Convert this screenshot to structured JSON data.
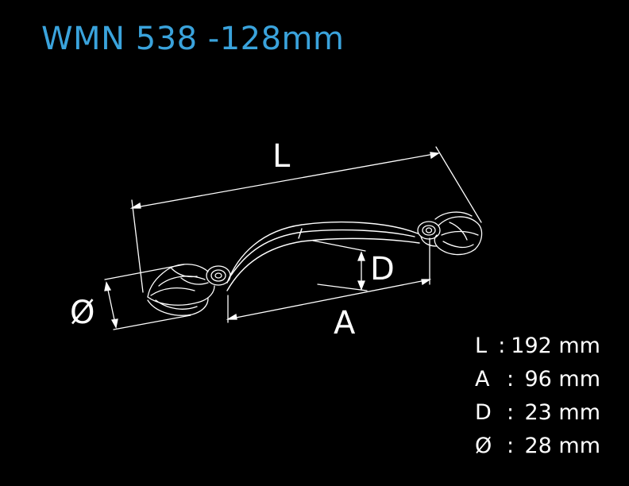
{
  "title": "WMN 538 -128mm",
  "dimension_labels": {
    "length": "L",
    "center_distance": "A",
    "depth": "D",
    "diameter": "Ø"
  },
  "specs": [
    {
      "key": "L",
      "sep": ":",
      "value": "192 mm"
    },
    {
      "key": "A",
      "sep": ":",
      "value": "96 mm"
    },
    {
      "key": "D",
      "sep": ":",
      "value": "23 mm"
    },
    {
      "key": "Ø",
      "sep": ":",
      "value": "28 mm"
    }
  ],
  "colors": {
    "background": "#000000",
    "title": "#3aa3dc",
    "lines": "#ffffff"
  }
}
